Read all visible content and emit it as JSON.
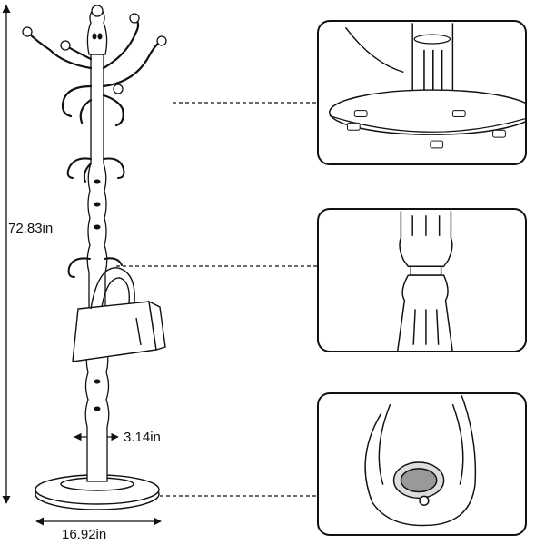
{
  "dimensions": {
    "height_label": "72.83in",
    "pole_diameter_label": "3.14in",
    "base_diameter_label": "16.92in"
  },
  "details": [
    {
      "name": "base-foot-detail"
    },
    {
      "name": "pole-joint-detail"
    },
    {
      "name": "pole-end-detail"
    }
  ]
}
